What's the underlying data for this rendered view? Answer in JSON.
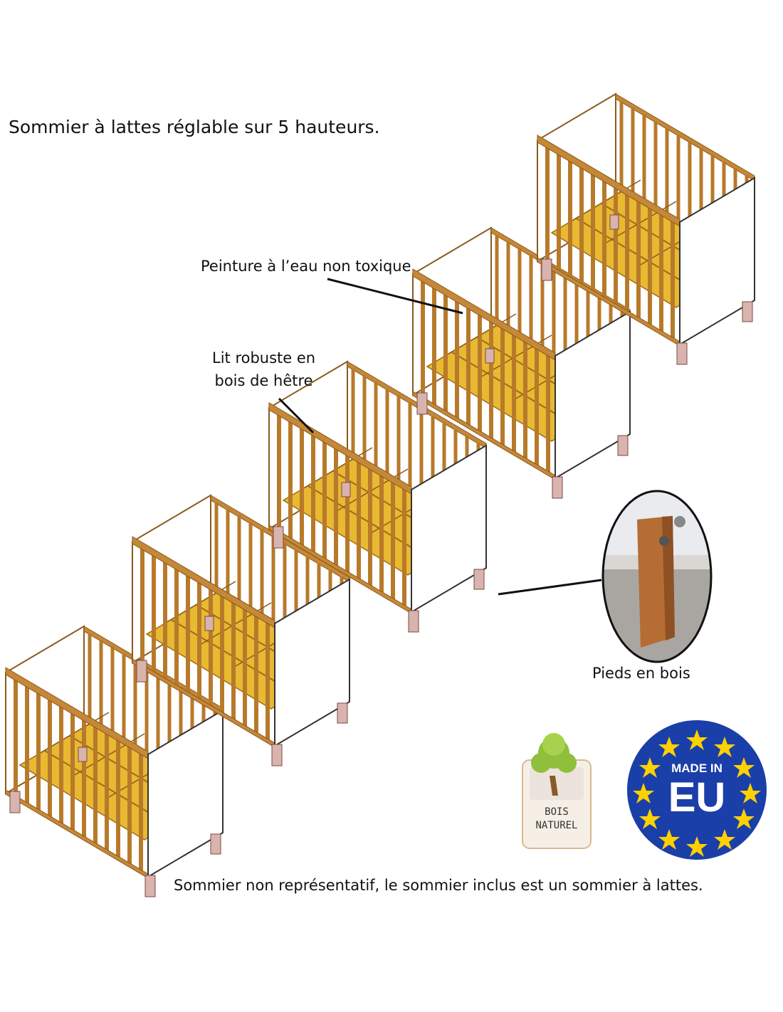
{
  "title": "Sommier à lattes réglable sur 5 hauteurs.",
  "callouts": {
    "paint": "Peinture à l’eau non toxique",
    "sturdy_line1": "Lit robuste en",
    "sturdy_line2": "bois de hêtre",
    "feet": "Pieds en bois"
  },
  "badges": {
    "bois_line1": "BOIS",
    "bois_line2": "NATUREL",
    "eu_line1": "MADE IN",
    "eu_line2": "EU"
  },
  "footer": "Sommier non représentatif, le sommier inclus est un sommier à lattes.",
  "colors": {
    "wood": "#b77a2a",
    "slat": "#e8b931",
    "panel": "#ffffff",
    "foot": "#d9b3ad",
    "eu_blue": "#1b3fa8",
    "eu_star": "#ffd100"
  }
}
